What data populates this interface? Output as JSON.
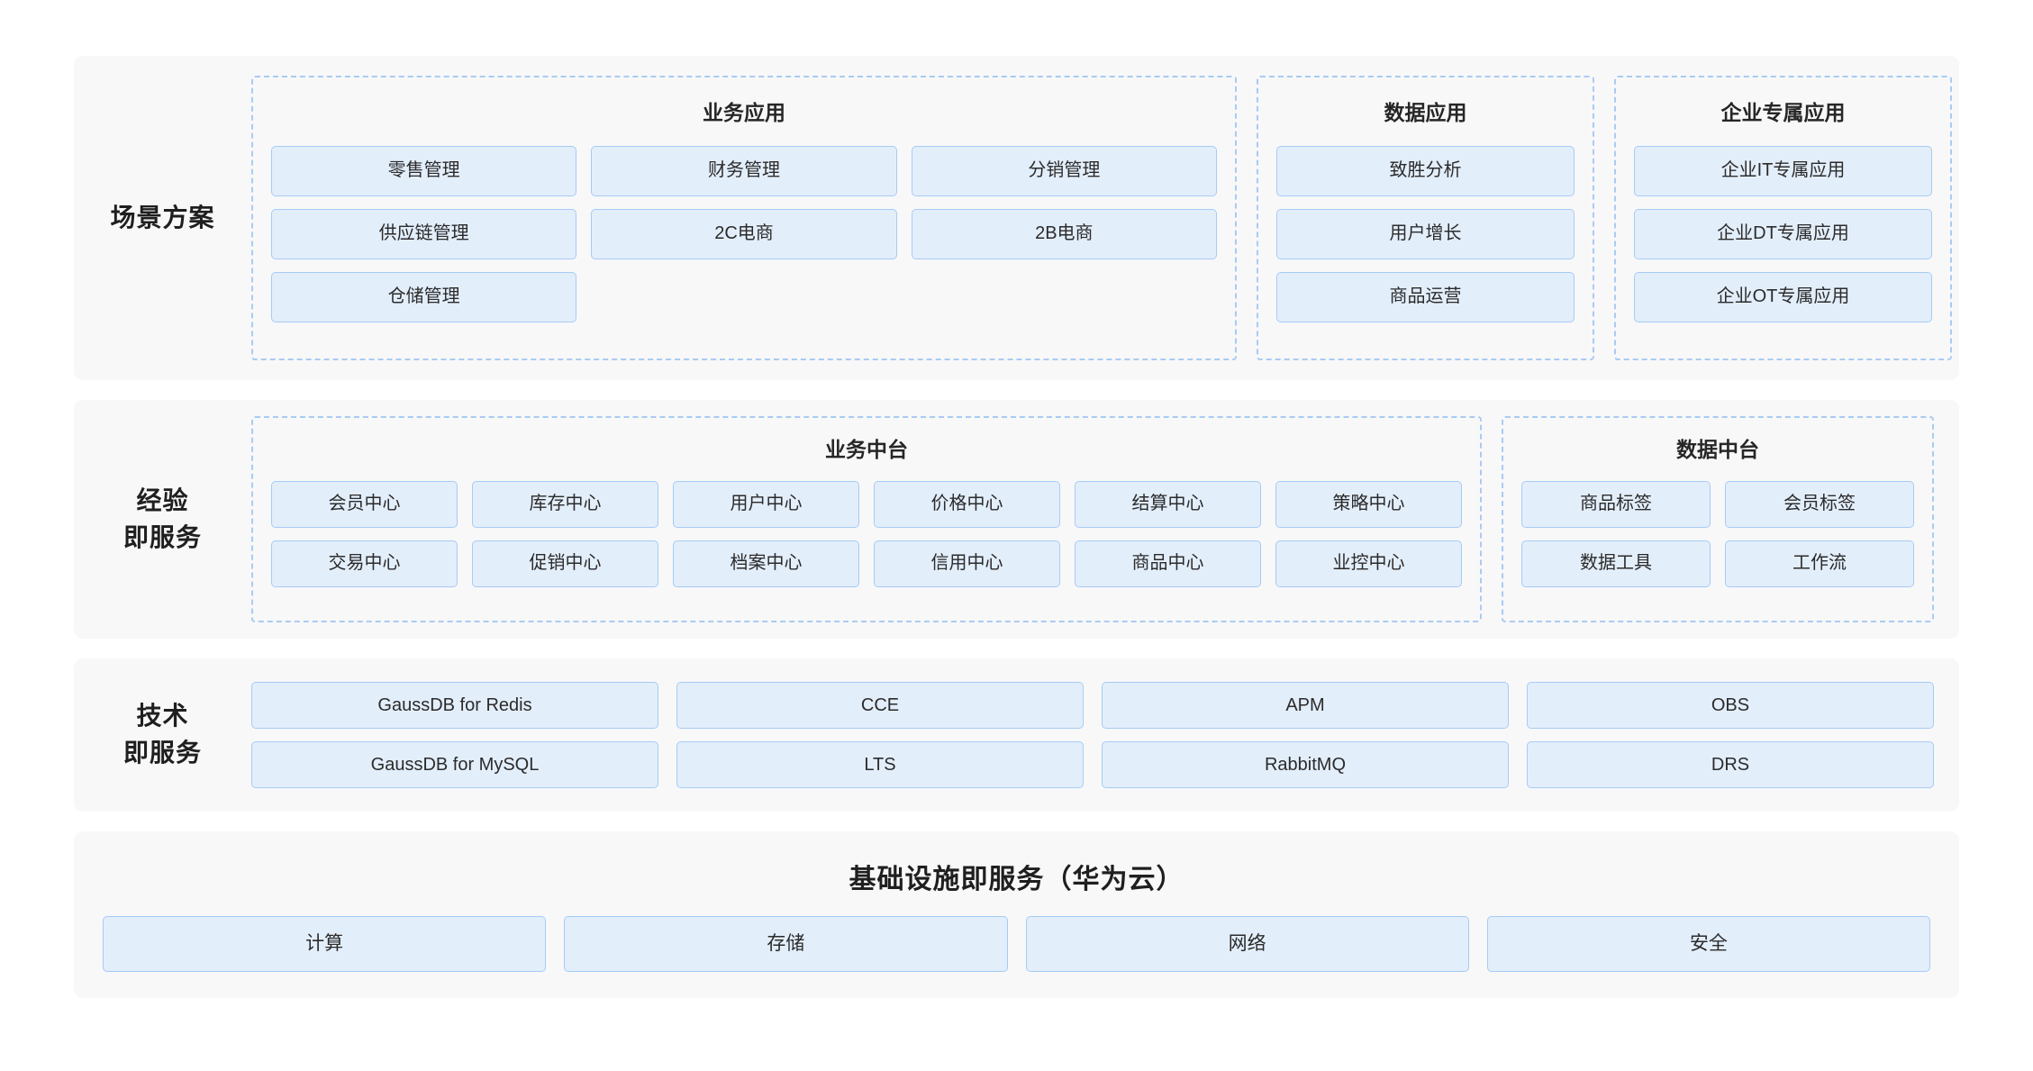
{
  "layers": [
    {
      "label_lines": [
        "场景方案"
      ],
      "groups": [
        {
          "title": "业务应用",
          "cells": [
            "零售管理",
            "财务管理",
            "分销管理",
            "供应链管理",
            "2C电商",
            "2B电商",
            "仓储管理",
            "",
            ""
          ]
        },
        {
          "title": "数据应用",
          "cells": [
            "致胜分析",
            "用户增长",
            "商品运营"
          ]
        },
        {
          "title": "企业专属应用",
          "cells": [
            "企业IT专属应用",
            "企业DT专属应用",
            "企业OT专属应用"
          ]
        }
      ]
    },
    {
      "label_lines": [
        "经验",
        "即服务"
      ],
      "groups": [
        {
          "title": "业务中台",
          "cells": [
            "会员中心",
            "库存中心",
            "用户中心",
            "价格中心",
            "结算中心",
            "策略中心",
            "交易中心",
            "促销中心",
            "档案中心",
            "信用中心",
            "商品中心",
            "业控中心"
          ]
        },
        {
          "title": "数据中台",
          "cells": [
            "商品标签",
            "会员标签",
            "数据工具",
            "工作流"
          ]
        }
      ]
    },
    {
      "label_lines": [
        "技术",
        "即服务"
      ],
      "cells": [
        "GaussDB for Redis",
        "CCE",
        "APM",
        "OBS",
        "GaussDB for MySQL",
        "LTS",
        "RabbitMQ",
        "DRS"
      ]
    },
    {
      "title": "基础设施即服务（华为云）",
      "cells": [
        "计算",
        "存储",
        "网络",
        "安全"
      ]
    }
  ],
  "colors": {
    "page_background": "#ffffff",
    "layer_background": "#f8f8f9",
    "cell_fill": "#e3eefb",
    "cell_border": "#a6cbf5",
    "group_dashed_border": "#a9cbf2",
    "text": "#262626"
  }
}
